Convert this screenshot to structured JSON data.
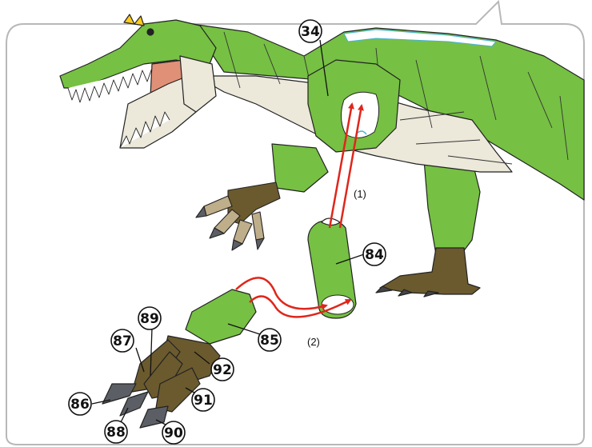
{
  "colors": {
    "green": "#76c043",
    "cream": "#ece8da",
    "brown": "#6b5a2e",
    "claw": "#5b5e64",
    "tooth": "#ffffff",
    "mouth": "#e09077",
    "arrow": "#e0261b",
    "border": "#b8b8b8"
  },
  "labels": {
    "p34": "34",
    "p84": "84",
    "p85": "85",
    "p86": "86",
    "p87": "87",
    "p88": "88",
    "p89": "89",
    "p90": "90",
    "p91": "91",
    "p92": "92"
  },
  "steps": {
    "step1": "(1)",
    "step2": "(2)"
  }
}
